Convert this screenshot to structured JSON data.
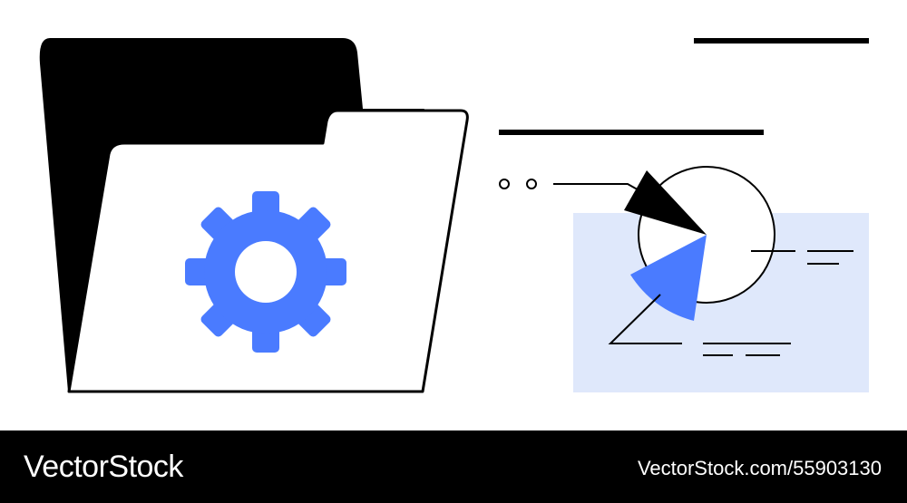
{
  "illustration": {
    "subject": "folder with gear and pie chart report",
    "icons": [
      "folder-icon",
      "gear-icon",
      "pie-chart-icon"
    ],
    "colors": {
      "accent": "#4a7bff",
      "panel": "#dfe8fb",
      "ink": "#000000",
      "paper": "#ffffff"
    }
  },
  "footer": {
    "brand": "VectorStock",
    "credit": "VectorStock.com/55903130"
  }
}
